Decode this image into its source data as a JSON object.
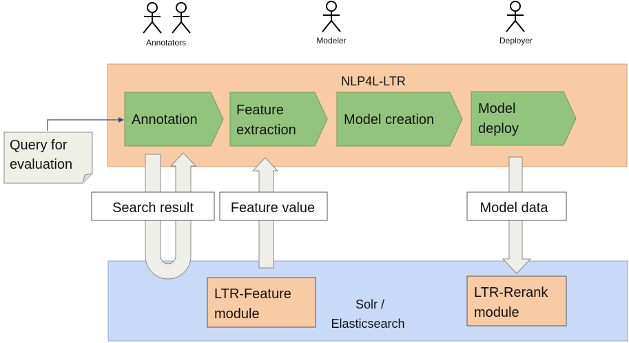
{
  "actors": {
    "annotators": "Annotators",
    "modeler": "Modeler",
    "deployer": "Deployer"
  },
  "nlp4l": {
    "title": "NLP4L-LTR",
    "steps": {
      "annotation": "Annotation",
      "feature_line1": "Feature",
      "feature_line2": "extraction",
      "model_creation": "Model creation",
      "deploy_line1": "Model",
      "deploy_line2": "deploy"
    }
  },
  "query_note": {
    "line1": "Query for",
    "line2": "evaluation"
  },
  "labels": {
    "search_result": "Search result",
    "feature_value": "Feature value",
    "model_data": "Model data"
  },
  "solr": {
    "line1": "Solr /",
    "line2": "Elasticsearch",
    "feature_module_line1": "LTR-Feature",
    "feature_module_line2": "module",
    "rerank_module_line1": "LTR-Rerank",
    "rerank_module_line2": "module"
  },
  "colors": {
    "nlp4l_fill": "#f8cba5",
    "solr_fill": "#c9daf8",
    "step_fill": "#93c47d",
    "module_fill": "#f8cba5",
    "arrow_fill": "#edefe8",
    "note_fill": "#eef0e6"
  }
}
